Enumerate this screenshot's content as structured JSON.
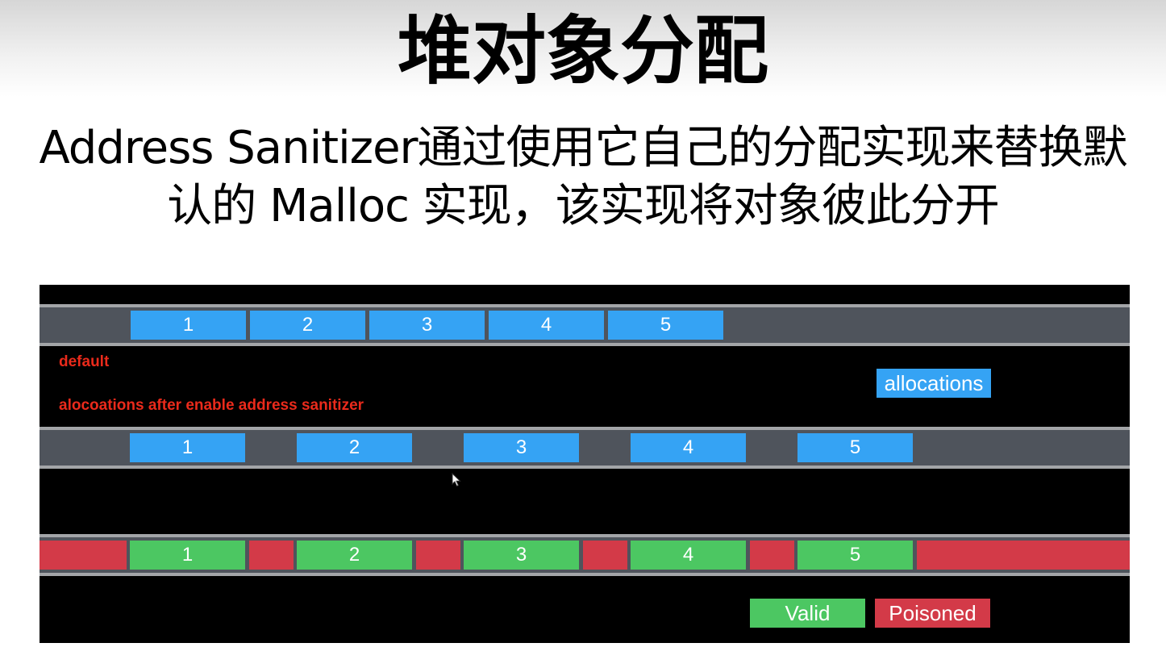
{
  "title": "堆对象分配",
  "subtitle": {
    "line1": "Address Sanitizer通过使用它自己的分配实现来替换默",
    "line2": "认的 Malloc 实现，该实现将对象彼此分开"
  },
  "diagram": {
    "default_blocks": [
      "1",
      "2",
      "3",
      "4",
      "5"
    ],
    "label_default": "default",
    "label_after": "alocoations after enable address sanitizer",
    "legend_allocations": "allocations",
    "asan_blocks": [
      "1",
      "2",
      "3",
      "4",
      "5"
    ],
    "shadow_blocks": [
      "1",
      "2",
      "3",
      "4",
      "5"
    ],
    "legend_valid": "Valid",
    "legend_poisoned": "Poisoned",
    "colors": {
      "allocation": "#35a3f4",
      "valid": "#4cc762",
      "poisoned": "#d33a48",
      "label": "#ea2a1b"
    }
  }
}
